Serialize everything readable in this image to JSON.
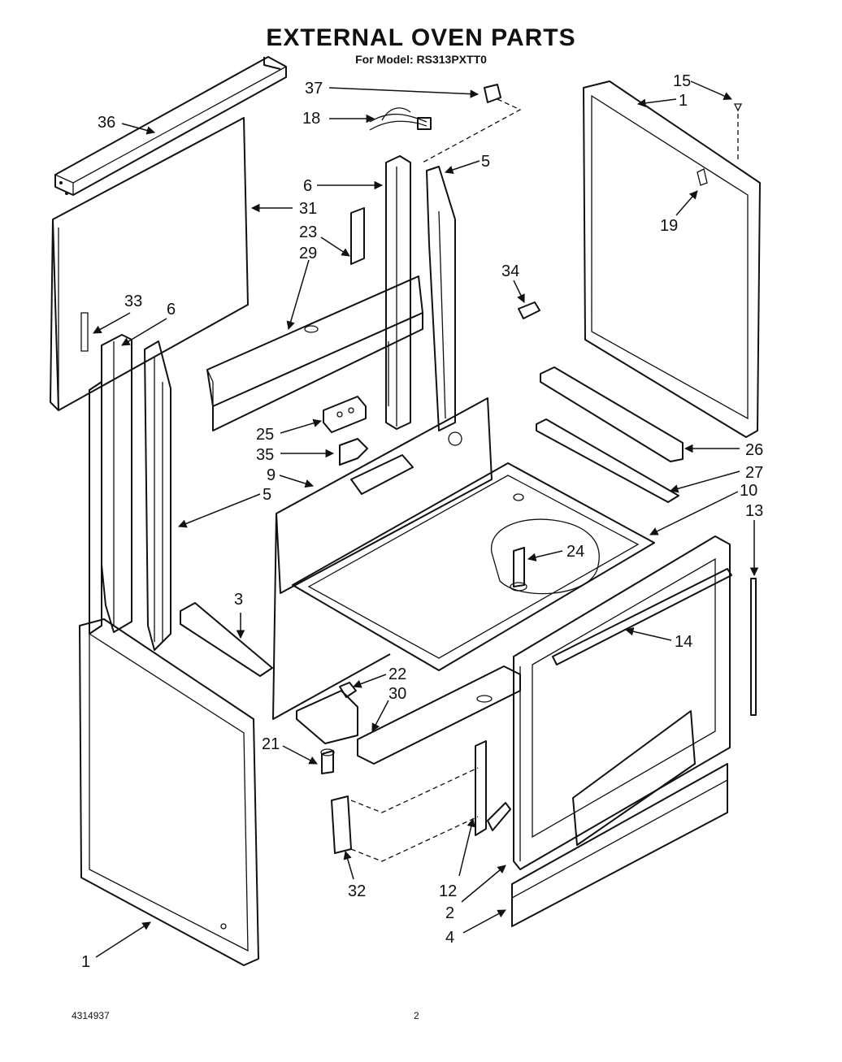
{
  "title": "EXTERNAL OVEN PARTS",
  "subtitle": "For Model: RS313PXTT0",
  "footer": {
    "doc_number": "4314937",
    "page_number": "2"
  },
  "callouts": [
    "1",
    "1",
    "2",
    "3",
    "4",
    "5",
    "5",
    "6",
    "6",
    "9",
    "10",
    "12",
    "13",
    "14",
    "15",
    "18",
    "19",
    "21",
    "22",
    "23",
    "24",
    "25",
    "26",
    "27",
    "29",
    "30",
    "31",
    "32",
    "33",
    "34",
    "35",
    "36",
    "37"
  ]
}
